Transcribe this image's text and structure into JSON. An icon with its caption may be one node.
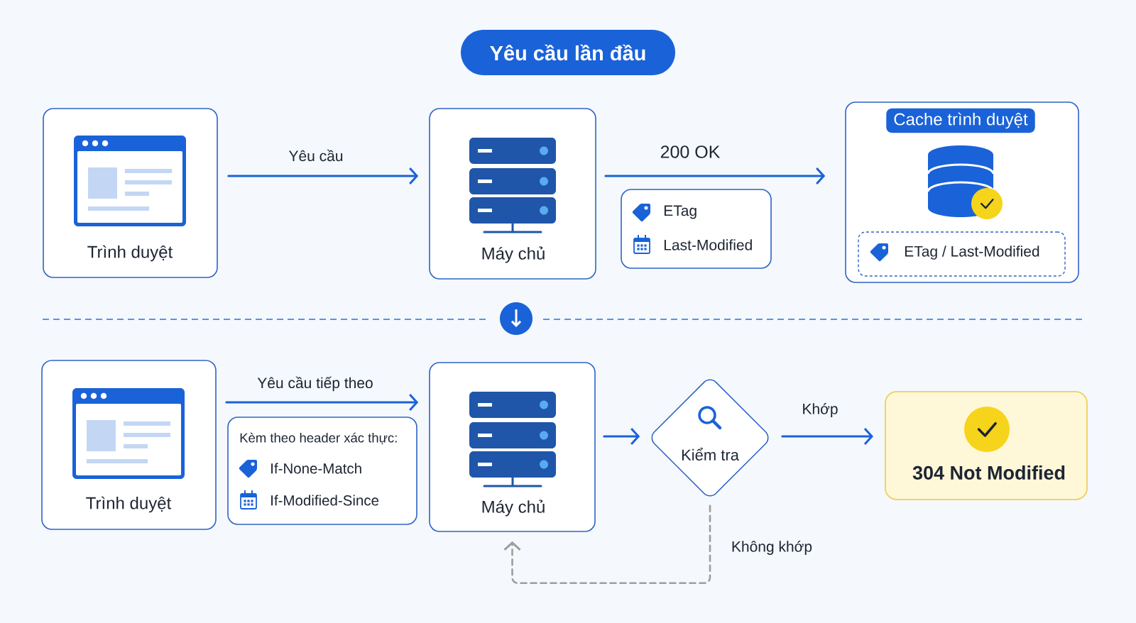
{
  "diagram": {
    "title": "Yêu cầu lần đầu",
    "nodes": [
      {
        "text": [
          "Trình duyệt"
        ]
      },
      {
        "text": [
          "Máy chủ"
        ]
      },
      {
        "text": [
          "ETag",
          "Last-Modified"
        ]
      },
      {
        "text": [
          "Cache trình duyệt"
        ]
      },
      {
        "text": [
          "ETag / Last-Modified"
        ],
        "in": 3
      },
      {
        "text": [
          "Trình duyệt"
        ]
      },
      {
        "text": [
          "Kèm theo header xác thực:",
          "If-None-Match",
          "If-Modified-Since"
        ]
      },
      {
        "text": [
          "Máy chủ"
        ]
      },
      {
        "text": [
          "Kiểm tra"
        ]
      },
      {
        "text": [
          "304 Not Modified"
        ]
      }
    ],
    "edges": [
      {
        "from": 0,
        "to": 1,
        "arrow": "to",
        "label": "Yêu cầu"
      },
      {
        "from": 1,
        "to": 3,
        "arrow": "to",
        "label": "200 OK"
      },
      {
        "from": 5,
        "to": 7,
        "arrow": "to",
        "label": "Yêu cầu tiếp theo"
      },
      {
        "from": 7,
        "to": 8,
        "arrow": "to"
      },
      {
        "from": 8,
        "to": 9,
        "arrow": "to",
        "label": "Khớp"
      },
      {
        "from": 8,
        "to": 7,
        "arrow": "to",
        "label": "Không khớp",
        "style": "dashed",
        "color": "#9e9e9e"
      }
    ]
  }
}
